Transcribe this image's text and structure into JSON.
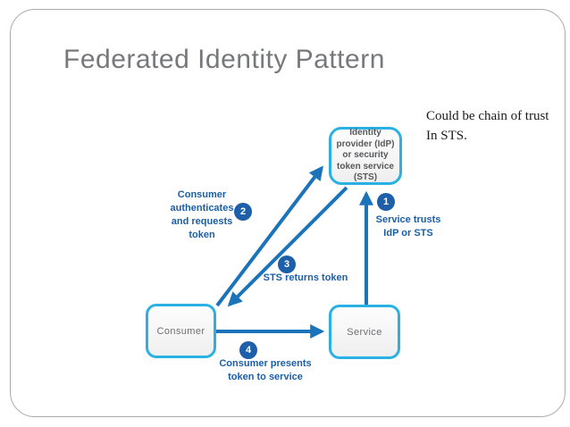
{
  "slide": {
    "title": "Federated Identity Pattern",
    "note": {
      "line1": "Could be chain of trust",
      "line2": "In STS."
    }
  },
  "diagram": {
    "nodes": {
      "idp_label": "Identity\nprovider (IdP)\nor security\ntoken service\n(STS)",
      "consumer_label": "Consumer",
      "service_label": "Service"
    },
    "steps": [
      {
        "number": "1",
        "label": "Service trusts\nIdP or STS"
      },
      {
        "number": "2",
        "label": "Consumer\nauthenticates\nand requests\ntoken"
      },
      {
        "number": "3",
        "label": "STS returns token"
      },
      {
        "number": "4",
        "label": "Consumer presents\ntoken to service"
      }
    ],
    "colors": {
      "node_border": "#2ab1e3",
      "arrow": "#1b74ba",
      "step_circle": "#1d5fa9",
      "step_label_text": "#1b5ea8",
      "node_text": "#6d6e71",
      "title_text": "#77787b"
    }
  }
}
